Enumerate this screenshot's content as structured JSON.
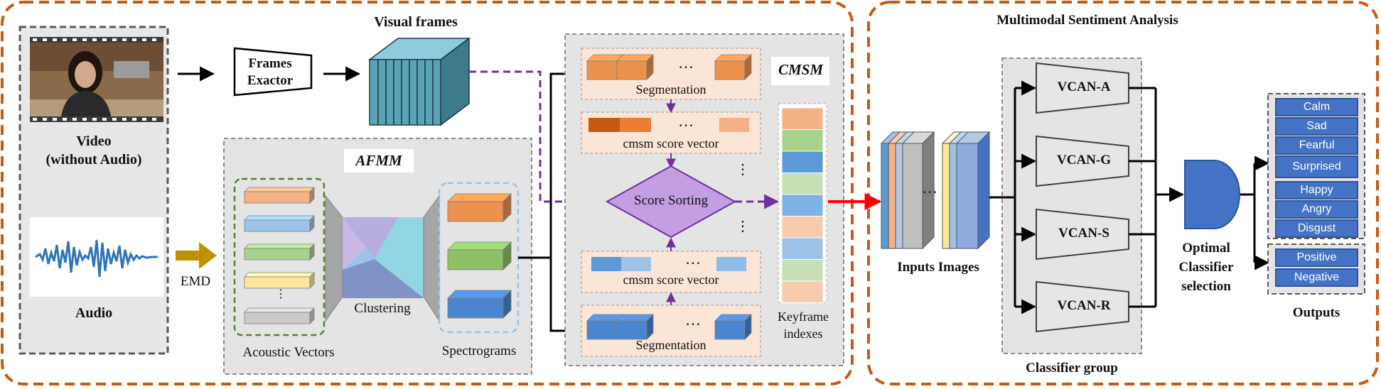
{
  "video": {
    "title_line1": "Video",
    "title_line2": "(without Audio)"
  },
  "audio": {
    "title": "Audio",
    "emd_label": "EMD"
  },
  "frames_extractor": {
    "line1": "Frames",
    "line2": "Exactor"
  },
  "visual_frames": {
    "title": "Visual frames"
  },
  "afmm": {
    "tag": "AFMM",
    "acoustic_label": "Acoustic Vectors",
    "clustering_label": "Clustering",
    "spectrograms_label": "Spectrograms",
    "vector_colors": [
      "#f4b183",
      "#9dc3e6",
      "#a9d18e",
      "#ffe699",
      "#c9c9c9"
    ],
    "spectrogram_colors": [
      "#ed914f",
      "#8cc168",
      "#4a86cf"
    ]
  },
  "cmsm": {
    "tag": "CMSM",
    "segmentation_label": "Segmentation",
    "score_vector_label": "cmsm score vector",
    "score_sorting_label": "Score Sorting",
    "keyframe_label_line1": "Keyframe",
    "keyframe_label_line2": "indexes",
    "dots": "…",
    "keyframe_colors": [
      "#f4b183",
      "#a9d18e",
      "#5b9bd5",
      "#c5e0b4",
      "#7fb2e5",
      "#f8cbad",
      "#9dc3e6",
      "#c5e0b4",
      "#f8cbad"
    ]
  },
  "msa": {
    "title": "Multimodal Sentiment Analysis",
    "inputs_label": "Inputs Images",
    "dots": "…",
    "classifier_group_label": "Classifier group",
    "classifiers": [
      "VCAN-A",
      "VCAN-G",
      "VCAN-S",
      "VCAN-R"
    ],
    "optimal_line1": "Optimal",
    "optimal_line2": "Classifier",
    "optimal_line3": "selection",
    "outputs_label": "Outputs",
    "emotions": [
      "Calm",
      "Sad",
      "Fearful",
      "Surprised",
      "Happy",
      "Angry",
      "Disgust"
    ],
    "polarity": [
      "Positive",
      "Negative"
    ]
  },
  "colors": {
    "accent_orange": "#c55a11",
    "arrow_purple": "#7030a0",
    "arrow_red": "#ff0000",
    "audio_arrow": "#bf9000",
    "teal": "#5ba4b8",
    "box_blue": "#4472c4"
  }
}
